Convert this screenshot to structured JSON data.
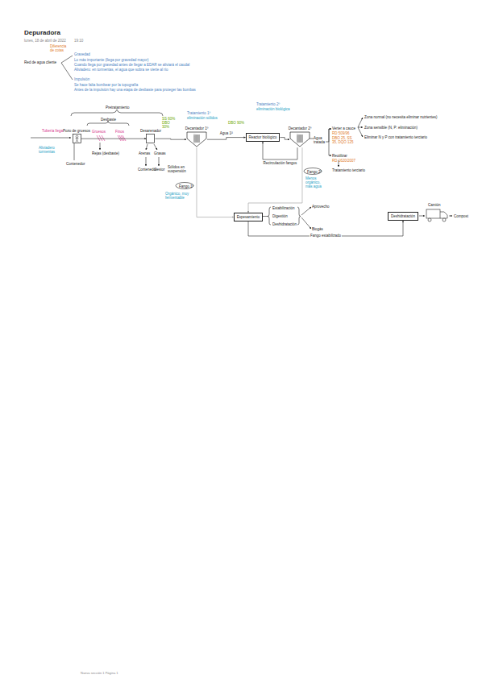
{
  "diagram": {
    "title": "Depuradora",
    "nodes": [
      {
        "text": [
          "Pozo de gruesos"
        ]
      },
      {
        "text": [
          "Desarenador"
        ]
      },
      {
        "text": [
          "Decantador 1º"
        ]
      },
      {
        "text": [
          "Reactor biológico"
        ]
      },
      {
        "text": [
          "Decantador 2º"
        ]
      },
      {
        "text": [
          "Espesamiento"
        ]
      },
      {
        "text": [
          "Deshidratación"
        ]
      }
    ],
    "edges": [
      {
        "from": 0,
        "to": 1,
        "arrow": "to"
      },
      {
        "from": 1,
        "to": 2,
        "arrow": "to"
      },
      {
        "from": 2,
        "to": 3,
        "arrow": "to",
        "label": "Agua 1ª"
      },
      {
        "from": 3,
        "to": 4,
        "arrow": "to"
      },
      {
        "from": 4,
        "to": 3,
        "arrow": "to",
        "label": "Recirculación fangos"
      },
      {
        "from": 2,
        "to": 5,
        "arrow": "to"
      },
      {
        "from": 4,
        "to": 5,
        "arrow": "to"
      },
      {
        "from": 5,
        "to": 6,
        "arrow": "to",
        "label": "Fango estabilizado"
      }
    ],
    "labels": [
      "lunes, 18 de abril de 2022",
      "19:10",
      "Diferencia de cotas",
      "Red de agua cliente",
      "Gravedad",
      "Lo más importante (llega por gravedad mayor)",
      "Cuando llega por gravedad antes de llegar a EDAR se aliviará el caudal",
      "Aliviadero: en tormentas, el agua que sobra se vierte al río",
      "Impulsión",
      "Se hace falta bombear por la topografía",
      "Antes de la impulsión hay una etapa de desbaste para proteger las bombas",
      "Tubería llega",
      "Aliviadero tormentas",
      "Pretratamiento",
      "Desbaste",
      "Gruesos",
      "Finos",
      "Rejas (desbaste)",
      "Contenedor",
      "Arenas",
      "Grasas",
      "Contenedor",
      "Gestor",
      "SS 60% DBO 30%",
      "Tratamiento 1º",
      "eliminación sólidos",
      "Sólidos en suspensión",
      "Fango 1º",
      "Orgánico, muy fermentable",
      "DBO 90%",
      "Tratamiento 2º",
      "eliminación biológica",
      "Fango 2º",
      "Menos orgánico, más agua",
      "Agua tratada",
      "Verter a cauce",
      "RD 509/96",
      "DBO 25, SS 35, DQO 125",
      "Reutilizar",
      "RD 1620/2007",
      "Tratamiento terciario",
      "Zona normal (no necesita eliminar nutrientes)",
      "Zona sensible (N, P: eliminación)",
      "Eliminar N y P con tratamiento terciario",
      "Estabilización",
      "Digestión",
      "Deshidratación",
      "Aprovecho",
      "Biogás",
      "Camión",
      "Compost",
      "Nueva sección 1 Página 1"
    ]
  }
}
